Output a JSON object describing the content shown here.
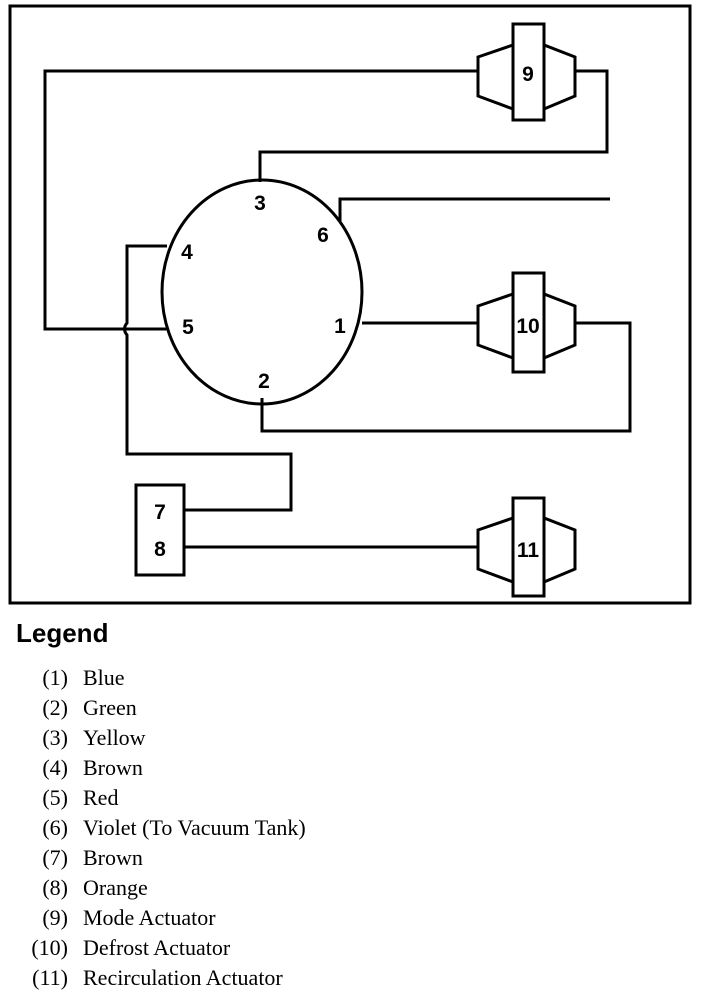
{
  "diagram": {
    "port_labels": [
      "1",
      "2",
      "3",
      "4",
      "5",
      "6"
    ],
    "connector_labels": [
      "7",
      "8"
    ],
    "actuator_labels": [
      "9",
      "10",
      "11"
    ]
  },
  "legend": {
    "title": "Legend",
    "items": [
      {
        "num": "(1)",
        "text": "Blue"
      },
      {
        "num": "(2)",
        "text": "Green"
      },
      {
        "num": "(3)",
        "text": "Yellow"
      },
      {
        "num": "(4)",
        "text": "Brown"
      },
      {
        "num": "(5)",
        "text": "Red"
      },
      {
        "num": "(6)",
        "text": "Violet (To Vacuum Tank)"
      },
      {
        "num": "(7)",
        "text": "Brown"
      },
      {
        "num": "(8)",
        "text": "Orange"
      },
      {
        "num": "(9)",
        "text": "Mode Actuator"
      },
      {
        "num": "(10)",
        "text": "Defrost Actuator"
      },
      {
        "num": "(11)",
        "text": "Recirculation Actuator"
      }
    ]
  }
}
